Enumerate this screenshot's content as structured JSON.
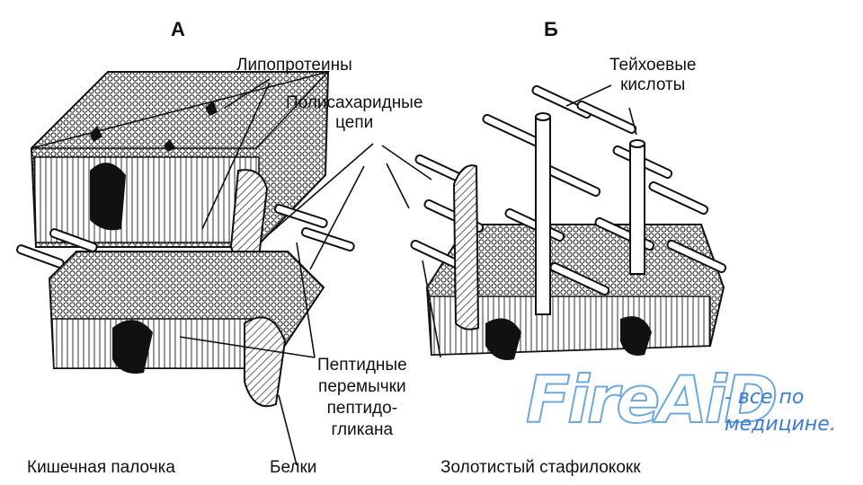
{
  "panels": {
    "a": "А",
    "b": "Б"
  },
  "labels": {
    "lipoproteins": "Липопротеины",
    "polysaccharide_1": "Полисахаридные",
    "polysaccharide_2": "цепи",
    "teichoic_1": "Тейхоевые",
    "teichoic_2": "кислоты",
    "peptide_1": "Пептидные",
    "peptide_2": "перемычки",
    "peptide_3": "пептидо-",
    "peptide_4": "гликана",
    "proteins": "Белки"
  },
  "captions": {
    "a": "Кишечная палочка",
    "b": "Золотистый стафилококк"
  },
  "watermark": {
    "logo": "FireAiD",
    "tagline_1": "- все по",
    "tagline_2": "медицине."
  },
  "colors": {
    "ink": "#111111",
    "watermark": "#3a7bd5"
  }
}
